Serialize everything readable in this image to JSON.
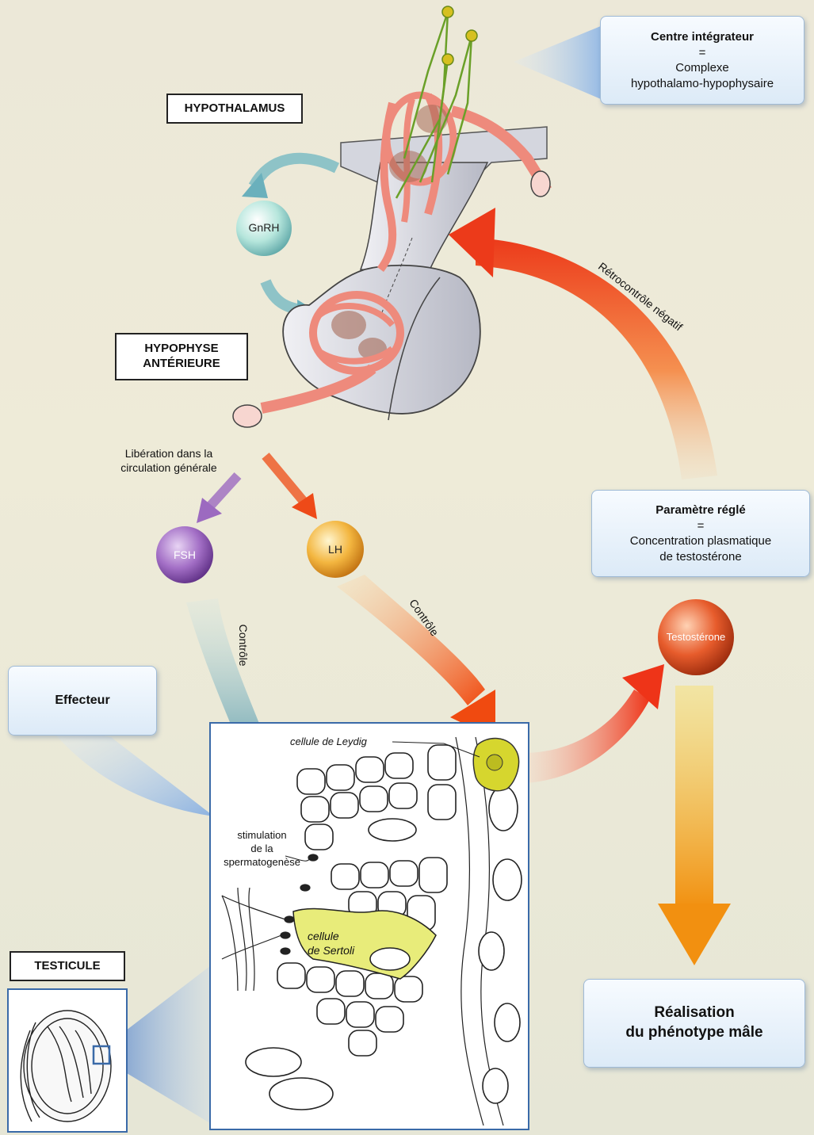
{
  "labels": {
    "hypothalamus": "HYPOTHALAMUS",
    "hypophyse_line1": "HYPOPHYSE",
    "hypophyse_line2": "ANTÉRIEURE",
    "testicule": "TESTICULE"
  },
  "centre_integrateur": {
    "title": "Centre intégrateur",
    "equals": "=",
    "line1": "Complexe",
    "line2": "hypothalamo-hypophysaire"
  },
  "parametre_regle": {
    "title": "Paramètre réglé",
    "equals": "=",
    "line1": "Concentration plasmatique",
    "line2": "de testostérone"
  },
  "effecteur": "Effecteur",
  "phenotype": {
    "line1": "Réalisation",
    "line2": "du phénotype mâle"
  },
  "hormones": {
    "gnrh": "GnRH",
    "fsh": "FSH",
    "lh": "LH",
    "testosterone": "Testostérone"
  },
  "arrows": {
    "retrocontrole": "Rétrocontrôle négatif",
    "controle_fsh": "Contrôle",
    "controle_lh": "Contrôle"
  },
  "annotations": {
    "liberation_line1": "Libération dans la",
    "liberation_line2": "circulation générale",
    "leydig": "cellule de Leydig",
    "sertoli_line1": "cellule",
    "sertoli_line2": "de Sertoli",
    "stim_line1": "stimulation",
    "stim_line2": "de la",
    "stim_line3": "spermatogenèse"
  },
  "colors": {
    "gnrh": "#a8dcd0",
    "fsh": "#9c6ac0",
    "lh": "#f2b23c",
    "testosterone": "#e4572a",
    "retro_arrow": "#ee4a20",
    "fsh_arrow": "#7fb0b8",
    "lh_arrow": "#f26a20",
    "phenotype_arrow": "#f5a010",
    "vessel": "#ee8a7c",
    "sertoli": "#e8ec7a"
  }
}
